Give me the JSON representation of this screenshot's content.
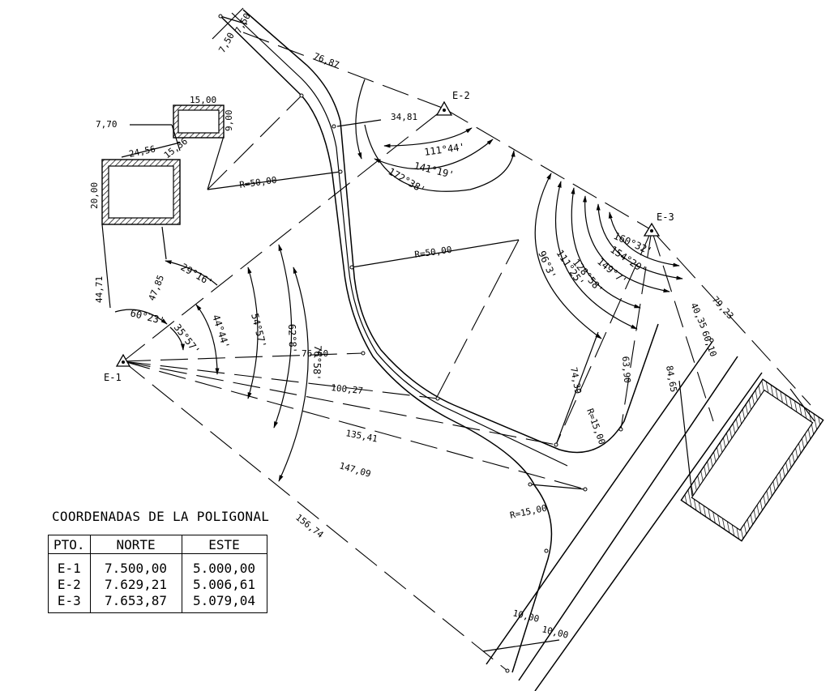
{
  "stations": [
    {
      "id": "E-1"
    },
    {
      "id": "E-2"
    },
    {
      "id": "E-3"
    }
  ],
  "dimensions": {
    "road_width_a": "7,50",
    "road_width_b": "7,50",
    "dist_e2_road": "76,87",
    "dist_e2_inner": "34,81",
    "bldg_small_w": "15,00",
    "bldg_small_h": "9,00",
    "offset_7_70": "7,70",
    "dist_24_56": "24,56",
    "dist_15_36": "15,36",
    "bldg_large_h": "20,00",
    "radius_50_a": "R=50,00",
    "radius_50_b": "R=50,00",
    "radius_15_a": "R=15,00",
    "radius_15_b": "R=15,00",
    "dist_44_71": "44,71",
    "dist_47_85": "47,85",
    "dist_76_60": "76,60",
    "dist_100_27": "100,27",
    "dist_135_41": "135,41",
    "dist_147_09": "147,09",
    "dist_156_74": "156,74",
    "dist_74_39": "74,39",
    "dist_63_90": "63,90",
    "dist_84_65": "84,65",
    "dist_40_35": "40,35",
    "dist_79_23": "79,23",
    "dist_60_10": "60,10",
    "width_10_a": "10,00",
    "width_10_b": "10,00"
  },
  "angles": {
    "e2_a": "111°44'",
    "e2_b": "141°19'",
    "e2_c": "172°38'",
    "e1_a": "60°23'",
    "e1_b": "29°16'",
    "e1_c": "35°57'",
    "e1_d": "44°44'",
    "e1_e": "54°57'",
    "e1_f": "62°8'",
    "e1_g": "76°58'",
    "e3_a": "96°3'",
    "e3_b": "111°25'",
    "e3_c": "128°58'",
    "e3_d": "149°7'",
    "e3_e": "154°29'",
    "e3_f": "160°32'"
  },
  "table": {
    "title": "COORDENADAS DE LA POLIGONAL",
    "headers": [
      "PTO.",
      "NORTE",
      "ESTE"
    ],
    "rows": [
      {
        "pto": "E-1",
        "norte": "7.500,00",
        "este": "5.000,00"
      },
      {
        "pto": "E-2",
        "norte": "7.629,21",
        "este": "5.006,61"
      },
      {
        "pto": "E-3",
        "norte": "7.653,87",
        "este": "5.079,04"
      }
    ]
  }
}
